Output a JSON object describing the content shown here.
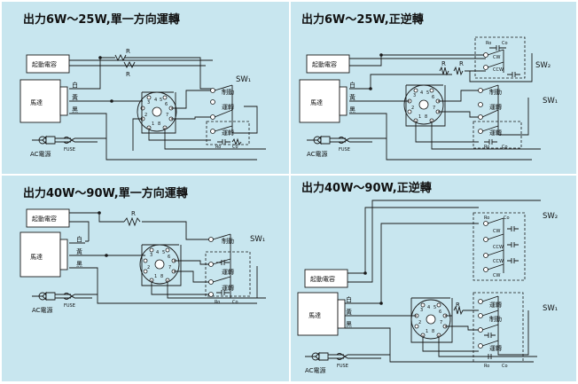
{
  "panels": [
    {
      "title": "出力6W～25W,單一方向運轉",
      "capacitor": "起動電容",
      "motor": "馬達",
      "white": "白",
      "yellow": "黃",
      "black": "黑",
      "r": "R",
      "brake": "制動",
      "run": "運轉",
      "sw1": "SW₁",
      "ro": "Ro",
      "co": "Co",
      "ac": "AC電源",
      "fuse": "FUSE"
    },
    {
      "title": "出力6W～25W,正逆轉",
      "capacitor": "起動電容",
      "motor": "馬達",
      "white": "白",
      "yellow": "黃",
      "black": "黑",
      "r": "R",
      "brake": "制動",
      "run": "運轉",
      "cw": "CW",
      "ccw": "CCW",
      "sw1": "SW₁",
      "sw2": "SW₂",
      "ro": "Ro",
      "co": "Co",
      "ac": "AC電源",
      "fuse": "FUSE"
    },
    {
      "title": "出力40W～90W,單一方向運轉",
      "capacitor": "起動電容",
      "motor": "馬達",
      "white": "白",
      "yellow": "黃",
      "black": "黑",
      "r": "R",
      "brake": "制動",
      "run": "運轉",
      "sw1": "SW₁",
      "ro": "Ro",
      "co": "Co",
      "ac": "AC電源",
      "fuse": "FUSE"
    },
    {
      "title": "出力40W～90W,正逆轉",
      "capacitor": "起動電容",
      "motor": "馬達",
      "white": "白",
      "yellow": "黃",
      "black": "黑",
      "r": "R",
      "brake": "制動",
      "run": "運轉",
      "cw": "CW",
      "ccw": "CCW",
      "sw1": "SW₁",
      "sw2": "SW₂",
      "ro": "Ro",
      "co": "Co",
      "ac": "AC電源",
      "fuse": "FUSE"
    }
  ]
}
